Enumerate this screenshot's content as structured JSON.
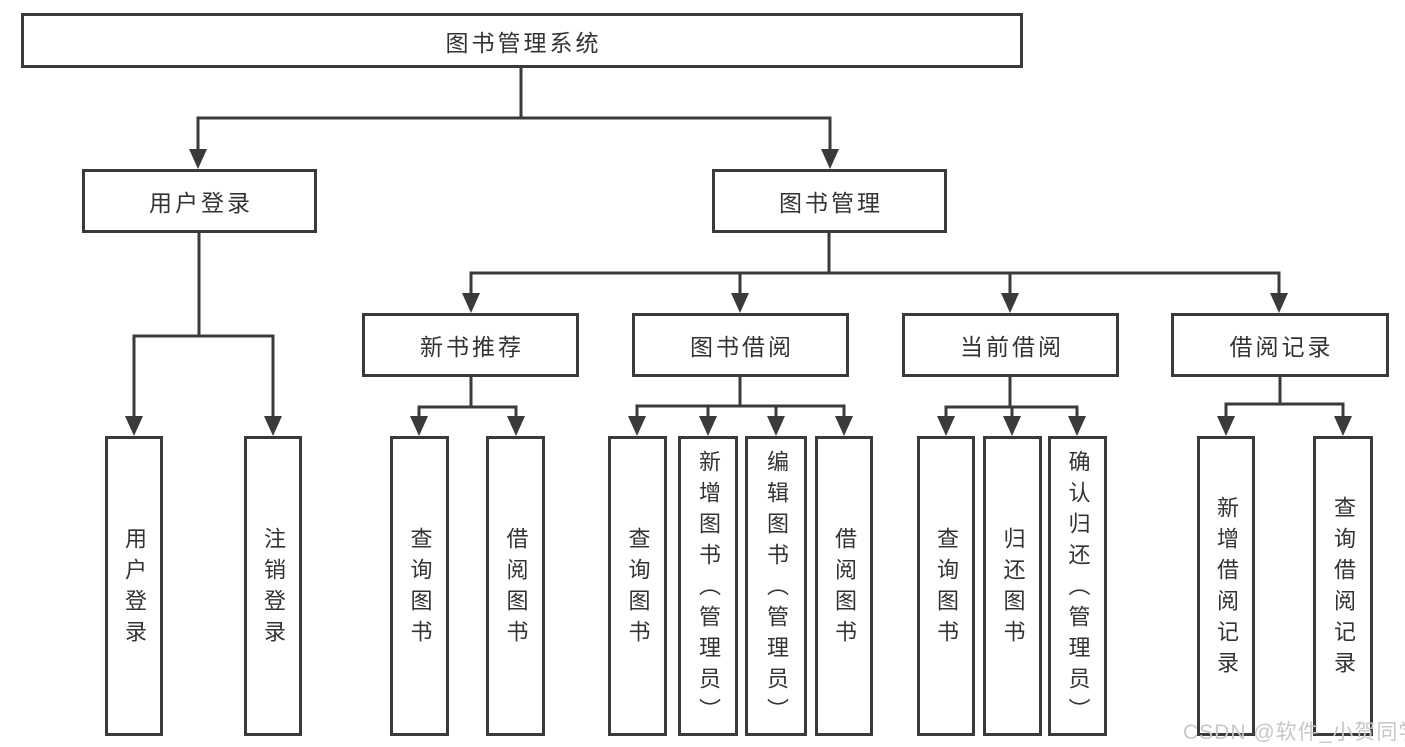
{
  "tree": {
    "label": "图书管理系统",
    "children": [
      {
        "label": "用户登录",
        "children": [
          {
            "label": "用户登录"
          },
          {
            "label": "注销登录"
          }
        ]
      },
      {
        "label": "图书管理",
        "children": [
          {
            "label": "新书推荐",
            "children": [
              {
                "label": "查询图书"
              },
              {
                "label": "借阅图书"
              }
            ]
          },
          {
            "label": "图书借阅",
            "children": [
              {
                "label": "查询图书"
              },
              {
                "label": "新增图书（管理员）"
              },
              {
                "label": "编辑图书（管理员）"
              },
              {
                "label": "借阅图书"
              }
            ]
          },
          {
            "label": "当前借阅",
            "children": [
              {
                "label": "查询图书"
              },
              {
                "label": "归还图书"
              },
              {
                "label": "确认归还（管理员）"
              }
            ]
          },
          {
            "label": "借阅记录",
            "children": [
              {
                "label": "新增借阅记录"
              },
              {
                "label": "查询借阅记录"
              }
            ]
          }
        ]
      }
    ]
  },
  "watermark": {
    "text": "CSDN @软件_小贺同学",
    "color": "#c9c6c6"
  },
  "colors": {
    "line": "#3a3a3a",
    "text": "#333333",
    "background": "#ffffff"
  }
}
